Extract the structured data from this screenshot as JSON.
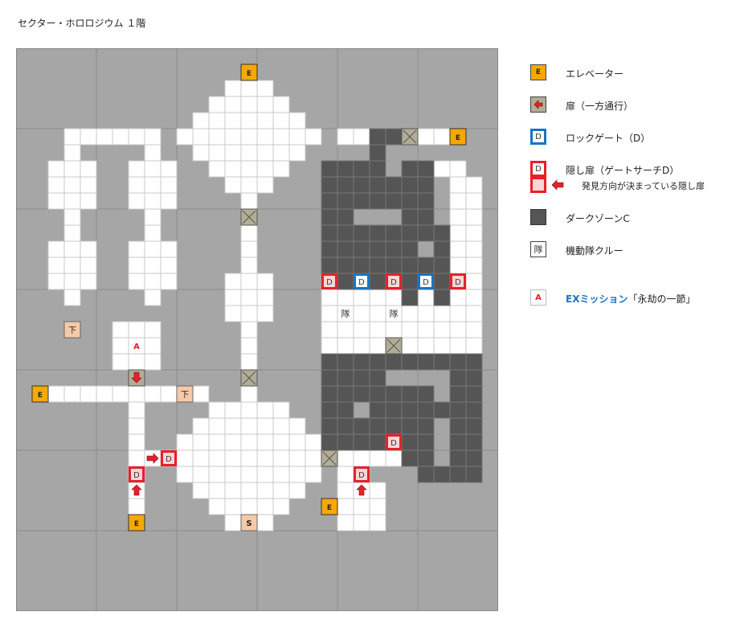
{
  "title": "セクター・ホロロジウム １階",
  "colors": {
    "floor_bg": "#a6a6a6",
    "grid_major": "#8c8c8c",
    "room": "#ffffff",
    "room_line": "#c8c8c8",
    "dark": "#555555",
    "dark_line": "#777777",
    "elevator": "#f5a800",
    "door": "#b3ad96",
    "stairs": "#f7c9a8",
    "lock_border": "#1a74c2",
    "hidden_border": "#e8202a",
    "hidden_fill": "#fbd6d6",
    "arrow": "#e8202a"
  },
  "map": {
    "cols": 30,
    "rows": 35,
    "rooms": [
      [
        3,
        5,
        8,
        5
      ],
      [
        3,
        5,
        3,
        15
      ],
      [
        8,
        5,
        8,
        15
      ],
      [
        2,
        7,
        4,
        9
      ],
      [
        7,
        7,
        9,
        9
      ],
      [
        2,
        12,
        4,
        14
      ],
      [
        7,
        12,
        9,
        14
      ],
      [
        6,
        17,
        8,
        19
      ],
      [
        7,
        20,
        7,
        28
      ],
      [
        1,
        21,
        11,
        21
      ],
      [
        7,
        25,
        11,
        25
      ],
      [
        14,
        1,
        14,
        9
      ],
      [
        13,
        2,
        15,
        2
      ],
      [
        12,
        3,
        16,
        3
      ],
      [
        11,
        4,
        17,
        4
      ],
      [
        10,
        5,
        18,
        5
      ],
      [
        11,
        6,
        17,
        6
      ],
      [
        12,
        7,
        16,
        7
      ],
      [
        13,
        8,
        15,
        8
      ],
      [
        14,
        10,
        14,
        14
      ],
      [
        13,
        14,
        15,
        16
      ],
      [
        14,
        17,
        14,
        21
      ],
      [
        12,
        22,
        16,
        22
      ],
      [
        11,
        23,
        17,
        23
      ],
      [
        10,
        24,
        18,
        24
      ],
      [
        10,
        25,
        18,
        25
      ],
      [
        10,
        26,
        18,
        26
      ],
      [
        11,
        27,
        17,
        27
      ],
      [
        12,
        28,
        16,
        28
      ],
      [
        13,
        29,
        15,
        29
      ],
      [
        19,
        25,
        23,
        25
      ],
      [
        20,
        27,
        22,
        29
      ],
      [
        20,
        26,
        21,
        26
      ],
      [
        20,
        5,
        21,
        5
      ],
      [
        25,
        5,
        27,
        5
      ],
      [
        26,
        7,
        27,
        7
      ],
      [
        27,
        7,
        27,
        8
      ],
      [
        27,
        8,
        28,
        14
      ],
      [
        19,
        15,
        28,
        17
      ],
      [
        19,
        18,
        28,
        17
      ]
    ],
    "dark_zone": [
      [
        22,
        5,
        23,
        5
      ],
      [
        22,
        6,
        22,
        9
      ],
      [
        21,
        7,
        21,
        9
      ],
      [
        19,
        7,
        22,
        7
      ],
      [
        19,
        7,
        19,
        13
      ],
      [
        20,
        8,
        20,
        13
      ],
      [
        21,
        8,
        23,
        8
      ],
      [
        21,
        9,
        23,
        9
      ],
      [
        24,
        7,
        24,
        12
      ],
      [
        25,
        7,
        25,
        11
      ],
      [
        21,
        11,
        26,
        11
      ],
      [
        21,
        12,
        22,
        12
      ],
      [
        23,
        12,
        23,
        13
      ],
      [
        21,
        13,
        25,
        13
      ],
      [
        26,
        12,
        26,
        15
      ],
      [
        25,
        14,
        26,
        14
      ],
      [
        20,
        14,
        23,
        14
      ],
      [
        24,
        14,
        24,
        15
      ],
      [
        19,
        19,
        20,
        24
      ],
      [
        21,
        19,
        22,
        20
      ],
      [
        21,
        21,
        23,
        21
      ],
      [
        23,
        19,
        28,
        19
      ],
      [
        22,
        22,
        26,
        22
      ],
      [
        21,
        23,
        25,
        23
      ],
      [
        21,
        24,
        24,
        24
      ],
      [
        24,
        21,
        25,
        25
      ],
      [
        27,
        19,
        28,
        25
      ],
      [
        25,
        26,
        28,
        26
      ]
    ],
    "elevators": [
      {
        "col": 14,
        "row": 1,
        "label": "E"
      },
      {
        "col": 27,
        "row": 5,
        "label": "E"
      },
      {
        "col": 1,
        "row": 21,
        "label": "E"
      },
      {
        "col": 7,
        "row": 29,
        "label": "E"
      },
      {
        "col": 19,
        "row": 28,
        "label": "E"
      }
    ],
    "stairs": [
      {
        "col": 3,
        "row": 17,
        "label": "下"
      },
      {
        "col": 10,
        "row": 21,
        "label": "下"
      },
      {
        "col": 14,
        "row": 29,
        "label": "S"
      }
    ],
    "doors": [
      {
        "col": 24,
        "row": 5
      },
      {
        "col": 14,
        "row": 10
      },
      {
        "col": 23,
        "row": 18
      },
      {
        "col": 14,
        "row": 20
      },
      {
        "col": 19,
        "row": 25
      }
    ],
    "oneway_doors": [
      {
        "col": 7,
        "row": 20,
        "dir": "down"
      }
    ],
    "lock_gates": [
      {
        "col": 21,
        "row": 14,
        "label": "D"
      },
      {
        "col": 25,
        "row": 14,
        "label": "D"
      }
    ],
    "hidden_doors": [
      {
        "col": 19,
        "row": 14,
        "label": "D"
      },
      {
        "col": 23,
        "row": 14,
        "label": "D"
      },
      {
        "col": 27,
        "row": 14,
        "label": "D"
      },
      {
        "col": 23,
        "row": 24,
        "label": "D"
      },
      {
        "col": 9,
        "row": 25,
        "label": "D"
      },
      {
        "col": 7,
        "row": 26,
        "label": "D"
      },
      {
        "col": 21,
        "row": 26,
        "label": "D"
      }
    ],
    "arrows": [
      {
        "col": 8,
        "row": 25,
        "dir": "right"
      },
      {
        "col": 7,
        "row": 27,
        "dir": "up"
      },
      {
        "col": 21,
        "row": 27,
        "dir": "up"
      }
    ],
    "crew": [
      {
        "col": 20,
        "row": 16,
        "label": "隊"
      },
      {
        "col": 23,
        "row": 16,
        "label": "隊"
      }
    ],
    "missions": [
      {
        "col": 7,
        "row": 18,
        "label": "A"
      }
    ]
  },
  "legend": {
    "elevator": {
      "icon": "E",
      "label": "エレベーター"
    },
    "door": {
      "label": "扉（一方通行）"
    },
    "lock": {
      "icon": "D",
      "label": "ロックゲート（D）"
    },
    "hidden": {
      "icon": "D",
      "label": "隠し扉（ゲートサーチD）",
      "sub": "発見方向が決まっている隠し扉"
    },
    "dark": {
      "label": "ダークゾーンC"
    },
    "crew": {
      "icon": "隊",
      "label": "機動隊クルー"
    },
    "ex": {
      "icon": "A",
      "name": "EXミッション",
      "rest": "「永劫の一節」"
    }
  }
}
